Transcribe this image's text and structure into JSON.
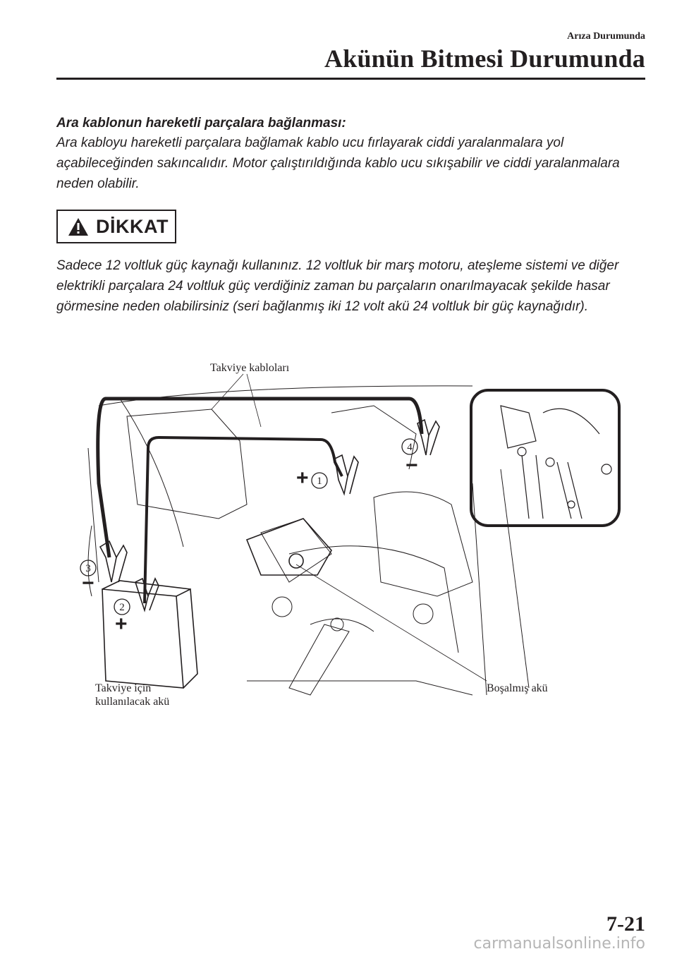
{
  "header": {
    "section": "Arıza Durumunda",
    "title": "Akünün Bitmesi Durumunda"
  },
  "warning": {
    "heading": "Ara kablonun hareketli parçalara bağlanması:",
    "body": "Ara kabloyu hareketli parçalara bağlamak kablo ucu fırlayarak ciddi yaralanmalara yol açabileceğinden sakıncalıdır. Motor çalıştırıldığında kablo ucu sıkışabilir ve ciddi yaralanmalara neden olabilir."
  },
  "caution": {
    "label": "DİKKAT",
    "body": "Sadece 12 voltluk güç kaynağı kullanınız. 12 voltluk bir marş motoru, ateşleme sistemi ve diğer elektrikli parçalara 24 voltluk güç verdiğiniz zaman bu parçaların onarılmayacak şekilde hasar görmesine neden olabilirsiniz (seri bağlanmış iki 12 volt akü 24 voltluk bir güç kaynağıdır)."
  },
  "figure": {
    "label_cables": "Takviye kabloları",
    "label_booster_battery": "Takviye için kullanılacak akü",
    "label_discharged_battery": "Boşalmış akü",
    "markers": {
      "m1": "1",
      "m2": "2",
      "m3": "3",
      "m4": "4",
      "plus": "+",
      "minus": "−"
    }
  },
  "footer": {
    "page_number": "7-21",
    "watermark": "carmanualsonline.info"
  }
}
